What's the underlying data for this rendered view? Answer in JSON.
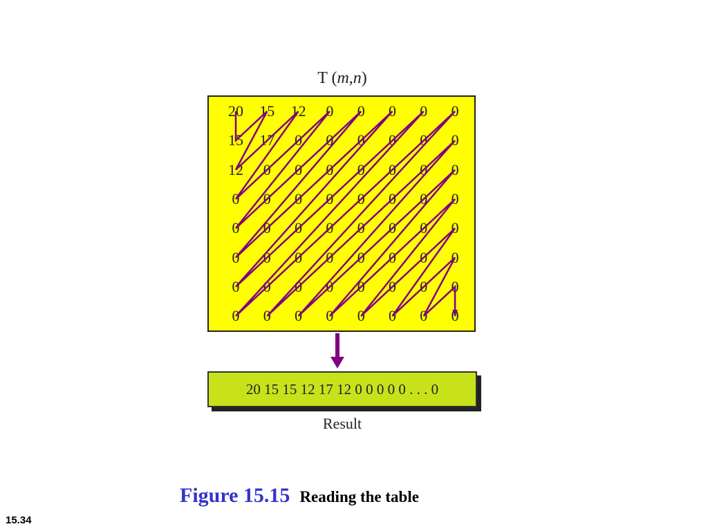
{
  "matrix": {
    "title_main": "T (",
    "title_var": "m,n",
    "title_close": ")",
    "rows": [
      [
        "20",
        "15",
        "12",
        "0",
        "0",
        "0",
        "0",
        "0"
      ],
      [
        "15",
        "17",
        "0",
        "0",
        "0",
        "0",
        "0",
        "0"
      ],
      [
        "12",
        "0",
        "0",
        "0",
        "0",
        "0",
        "0",
        "0"
      ],
      [
        "0",
        "0",
        "0",
        "0",
        "0",
        "0",
        "0",
        "0"
      ],
      [
        "0",
        "0",
        "0",
        "0",
        "0",
        "0",
        "0",
        "0"
      ],
      [
        "0",
        "0",
        "0",
        "0",
        "0",
        "0",
        "0",
        "0"
      ],
      [
        "0",
        "0",
        "0",
        "0",
        "0",
        "0",
        "0",
        "0"
      ],
      [
        "0",
        "0",
        "0",
        "0",
        "0",
        "0",
        "0",
        "0"
      ]
    ]
  },
  "result": {
    "text": "20 15 15 12 17 12 0 0 0 0 0 . . . 0",
    "label": "Result"
  },
  "caption": {
    "number": "Figure 15.15",
    "text": "Reading the table"
  },
  "page_number": "15.34",
  "colors": {
    "matrix_fill": "#ffff00",
    "result_fill": "#c8e21a",
    "path": "#800080",
    "caption_number": "#3333cc"
  }
}
